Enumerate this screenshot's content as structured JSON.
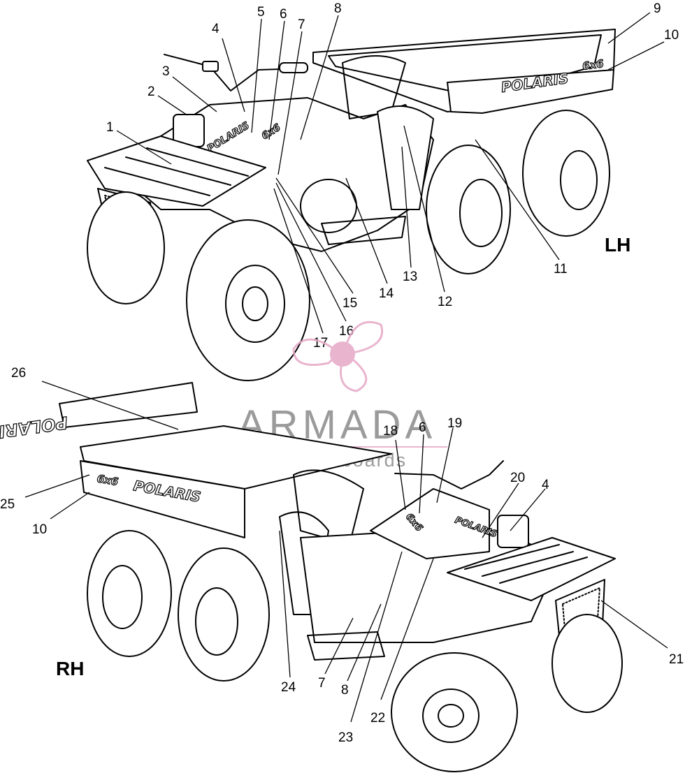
{
  "views": {
    "lh_label": "LH",
    "rh_label": "RH"
  },
  "callouts_lh": [
    "1",
    "2",
    "3",
    "4",
    "5",
    "6",
    "7",
    "8",
    "9",
    "10",
    "11",
    "12",
    "13",
    "14",
    "15",
    "16",
    "17"
  ],
  "callouts_rh": [
    "26",
    "25",
    "10",
    "18",
    "6",
    "19",
    "20",
    "4",
    "21",
    "24",
    "7",
    "8",
    "22",
    "23"
  ],
  "decals": {
    "polaris_text": "POLARIS",
    "six_by_six": "6x6",
    "loose_decal_text": "POLARIS"
  },
  "watermark": {
    "brand": "ARMADA",
    "tagline": "marine outboards",
    "logo_color": "#e6a8c6"
  }
}
